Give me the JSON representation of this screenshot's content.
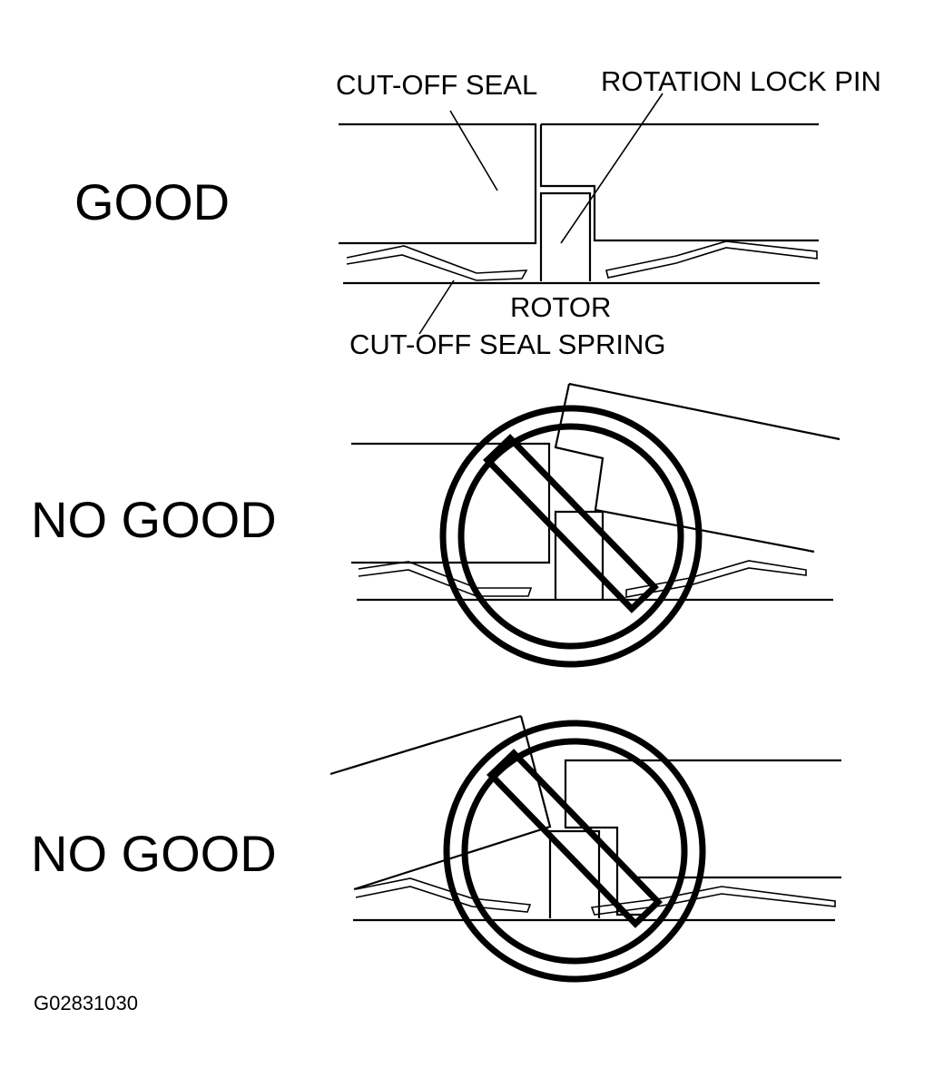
{
  "labels": {
    "cut_off_seal": "CUT-OFF SEAL",
    "rotation_lock_pin": "ROTATION LOCK PIN",
    "rotor": "ROTOR",
    "cut_off_seal_spring": "CUT-OFF SEAL SPRING"
  },
  "verdicts": {
    "good": "GOOD",
    "no_good_1": "NO GOOD",
    "no_good_2": "NO GOOD"
  },
  "figure_code": "G02831030",
  "colors": {
    "ink": "#000000",
    "paper": "#ffffff"
  },
  "icons": [
    "prohibition-icon",
    "prohibition-icon"
  ]
}
